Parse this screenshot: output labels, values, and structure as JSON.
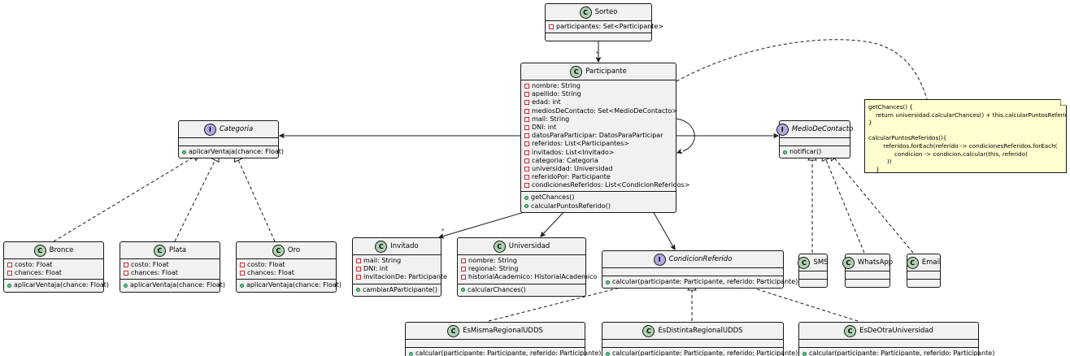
{
  "classes": {
    "sorteo": {
      "stereotype": "C",
      "name": "Sorteo",
      "fields": [
        "participantes: Set<Participante>"
      ],
      "methods": []
    },
    "participante": {
      "stereotype": "C",
      "name": "Participante",
      "fields": [
        "nombre: String",
        "apellido: String",
        "edad: int",
        "mediosDeContacto: Set<MedioDeContacto>",
        "mail: String",
        "DNI: int",
        "datosParaParticipar: DatosParaParticipar",
        "referidos: List<Participantes>",
        "invitados: List<Invitado>",
        "categoria: Categoria",
        "universidad: Universidad",
        "referidoPor: Participante",
        "condicionesReferidos: List<CondicionReferidos>"
      ],
      "methods": [
        "getChances()",
        "calcularPuntosReferido()"
      ]
    },
    "categoria": {
      "stereotype": "I",
      "name": "Categoria",
      "fields": [],
      "methods": [
        "aplicarVentaja(chance: Float)"
      ]
    },
    "medio_de_contacto": {
      "stereotype": "I",
      "name": "MedioDeContacto",
      "fields": [],
      "methods": [
        "notificar()"
      ]
    },
    "bronce": {
      "stereotype": "C",
      "name": "Bronce",
      "fields": [
        "costo: Float",
        "chances: Float"
      ],
      "methods": [
        "aplicarVentaja(chance: Float)"
      ]
    },
    "plata": {
      "stereotype": "C",
      "name": "Plata",
      "fields": [
        "costo: Float",
        "chances: Float"
      ],
      "methods": [
        "aplicarVentaja(chance: Float)"
      ]
    },
    "oro": {
      "stereotype": "C",
      "name": "Oro",
      "fields": [
        "costo: Float",
        "chances: Float"
      ],
      "methods": [
        "aplicarVentaja(chance: Float)"
      ]
    },
    "invitado": {
      "stereotype": "C",
      "name": "Invitado",
      "fields": [
        "mail: String",
        "DNI: int",
        "invitacionDe: Participante"
      ],
      "methods": [
        "cambiarAParticipante()"
      ]
    },
    "universidad": {
      "stereotype": "C",
      "name": "Universidad",
      "fields": [
        "nombre: String",
        "regional: String",
        "historialAcademico: HistorialAcademico"
      ],
      "methods": [
        "calcularChances()"
      ]
    },
    "condicion_referido": {
      "stereotype": "I",
      "name": "CondicionReferido",
      "fields": [],
      "methods": [
        "calcular(participante: Participante, referido: Participante)"
      ]
    },
    "sms": {
      "stereotype": "C",
      "name": "SMS",
      "fields": [],
      "methods": []
    },
    "whatsapp": {
      "stereotype": "C",
      "name": "WhatsApp",
      "fields": [],
      "methods": []
    },
    "email": {
      "stereotype": "C",
      "name": "Email",
      "fields": [],
      "methods": []
    },
    "es_misma_regional": {
      "stereotype": "C",
      "name": "EsMismaRegionalUDDS",
      "fields": [],
      "methods": [
        "calcular(participante: Participante, referido: Participante)"
      ]
    },
    "es_distinta_regional": {
      "stereotype": "C",
      "name": "EsDistintaRegionalUDDS",
      "fields": [],
      "methods": [
        "calcular(participante: Participante, referido: Participante)"
      ]
    },
    "es_de_otra_universidad": {
      "stereotype": "C",
      "name": "EsDeOtraUniversidad",
      "fields": [],
      "methods": [
        "calcular(participante: Participante, referido: Participante)"
      ]
    }
  },
  "note": {
    "text": "getChances() {\n    return universidad.calcularChances() + this.calcularPuntosReferido()\n}\n\ncalcularPuntosReferidos(){\n        referidos.forEach(referido -> condicionesReferidos.forEach(\n              condicion -> condicion.calcular(this, referido)\n          ))\n    }"
  },
  "multiplicities": {
    "sorteo_participante": "*",
    "participante_invitado": "*"
  },
  "colors": {
    "class_fill": "#f1f1f1",
    "class_badge": "#add1b2",
    "interface_badge": "#b4a7e5",
    "note_fill": "#fefece",
    "line": "#181818",
    "private_field": "#c82930",
    "public_method": "#84be84"
  }
}
